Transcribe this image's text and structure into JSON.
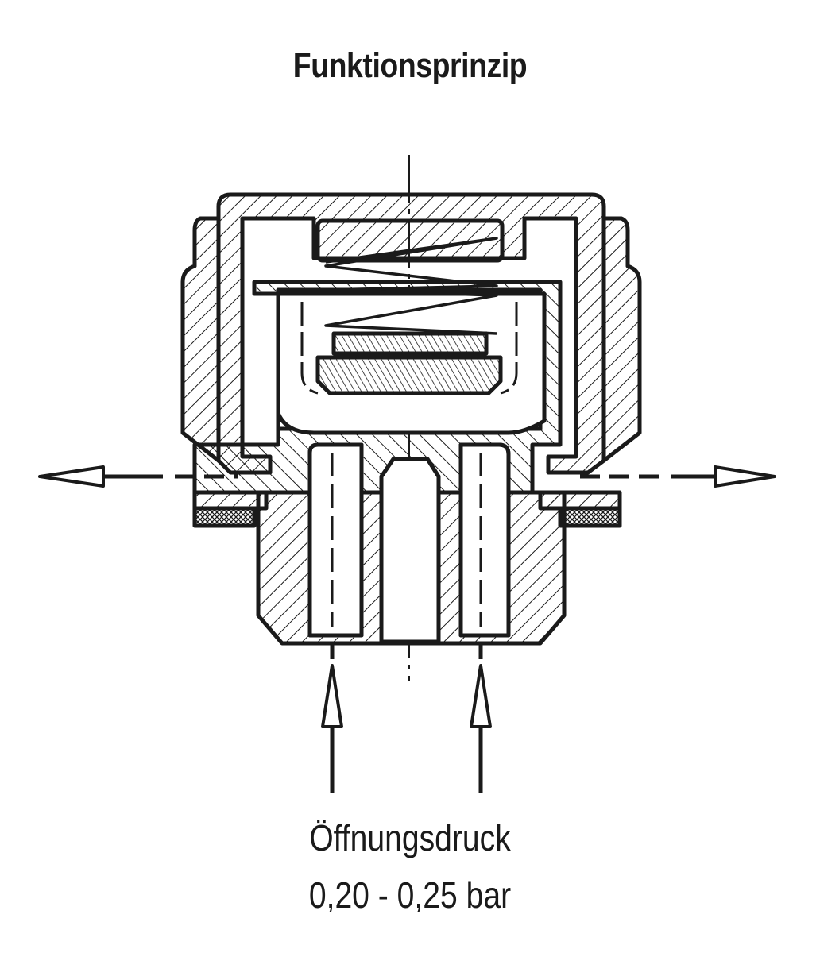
{
  "title": "Funktionsprinzip",
  "caption": {
    "line1": "Öffnungsdruck",
    "line2": "0,20 - 0,25 bar"
  },
  "colors": {
    "ink": "#1a1a1a",
    "background": "#ffffff"
  }
}
